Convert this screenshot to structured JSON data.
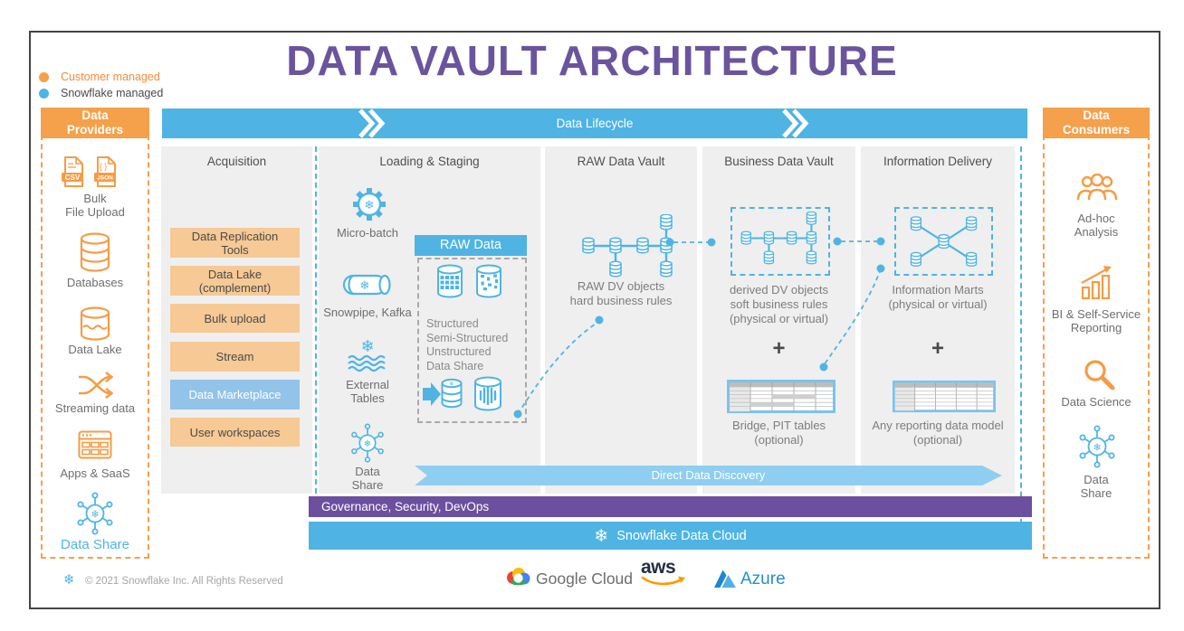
{
  "title": "DATA VAULT ARCHITECTURE",
  "legend": {
    "customer": "Customer  managed",
    "snowflake": "Snowflake managed"
  },
  "lifecycle": {
    "label": "Data Lifecycle"
  },
  "providers": {
    "header": "Data\nProviders",
    "items": [
      {
        "label": "Bulk\nFile Upload",
        "icon": "csv-file-icon / json-file-icon"
      },
      {
        "label": "Databases",
        "icon": "database-stack-icon"
      },
      {
        "label": "Data Lake",
        "icon": "data-lake-cylinder-icon"
      },
      {
        "label": "Streaming data",
        "icon": "shuffle-arrows-icon"
      },
      {
        "label": "Apps & SaaS",
        "icon": "app-window-icon"
      },
      {
        "label": "Data Share",
        "icon": "snowflake-network-icon"
      }
    ]
  },
  "consumers": {
    "header": "Data\nConsumers",
    "items": [
      {
        "label": "Ad-hoc\nAnalysis",
        "icon": "people-group-icon"
      },
      {
        "label": "BI & Self-Service\nReporting",
        "icon": "bar-chart-growth-icon"
      },
      {
        "label": "Data Science",
        "icon": "magnifier-icon"
      },
      {
        "label": "Data\nShare",
        "icon": "snowflake-network-icon"
      }
    ]
  },
  "acquisition": {
    "header": "Acquisition",
    "boxes": [
      {
        "label": "Data Replication\nTools",
        "managed": "customer"
      },
      {
        "label": "Data Lake\n(complement)",
        "managed": "customer"
      },
      {
        "label": "Bulk upload",
        "managed": "customer"
      },
      {
        "label": "Stream",
        "managed": "customer"
      },
      {
        "label": "Data Marketplace",
        "managed": "snowflake"
      },
      {
        "label": "User workspaces",
        "managed": "customer"
      }
    ]
  },
  "loading": {
    "header": "Loading & Staging",
    "items": [
      {
        "label": "Micro-batch",
        "icon": "snowflake-gear-icon"
      },
      {
        "label": "Snowpipe, Kafka",
        "icon": "snowflake-pipe-icon"
      },
      {
        "label": "External\nTables",
        "icon": "snowflake-waves-icon"
      },
      {
        "label": "Data\nShare",
        "icon": "snowflake-network-icon"
      }
    ],
    "raw_box": {
      "header": "RAW Data",
      "types": "Structured\nSemi-Structured\nUnstructured\nData Share"
    }
  },
  "raw_vault": {
    "header": "RAW Data Vault",
    "caption": "RAW DV objects\nhard business rules"
  },
  "business_vault": {
    "header": "Business Data Vault",
    "caption": "derived DV objects\nsoft business rules\n(physical or virtual)",
    "plus": "+",
    "table_caption": "Bridge, PIT tables\n(optional)"
  },
  "delivery": {
    "header": "Information Delivery",
    "caption": "Information Marts\n(physical or virtual)",
    "plus": "+",
    "table_caption": "Any reporting data model\n(optional)"
  },
  "discovery": {
    "label": "Direct Data Discovery"
  },
  "governance": {
    "label": "Governance, Security, DevOps"
  },
  "cloud_bar": {
    "label": "Snowflake Data Cloud"
  },
  "footer": {
    "copyright": "© 2021 Snowflake Inc. All Rights Reserved",
    "logos": [
      {
        "label": "Google Cloud"
      },
      {
        "label": "aws"
      },
      {
        "label": "Azure"
      }
    ]
  },
  "colors": {
    "orange": "#F5A04B",
    "blue": "#4FB4E3",
    "light_blue": "#8FCEF0",
    "purple_title": "#6B549E",
    "purple_bar": "#6C4F9E",
    "tan_box": "#F6C995",
    "marketplace_blue": "#92C3E8",
    "column_gray": "#EFEFEF"
  }
}
